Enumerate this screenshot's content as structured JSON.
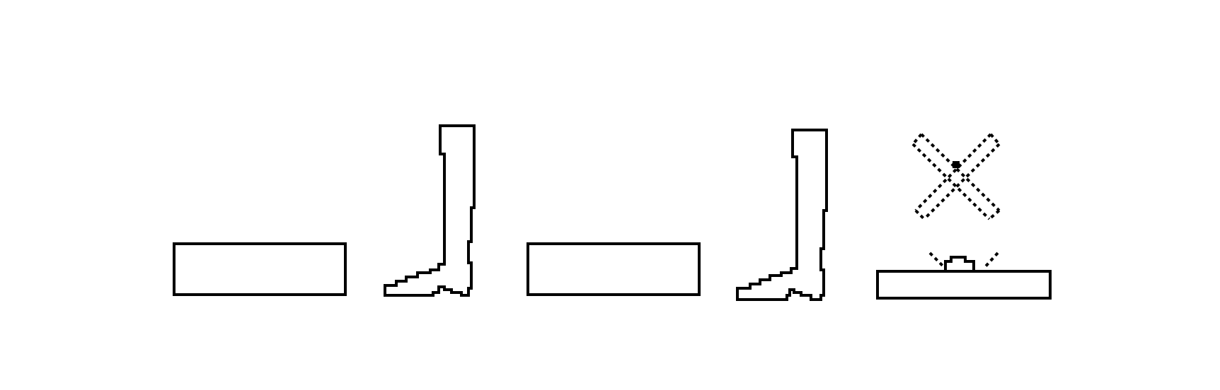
{
  "glyphs": [
    {
      "name": "rectangle-sign",
      "icon": "rectangle-glyph"
    },
    {
      "name": "leg-sign",
      "icon": "leg-glyph"
    },
    {
      "name": "rectangle-sign",
      "icon": "rectangle-glyph"
    },
    {
      "name": "leg-sign",
      "icon": "leg-glyph"
    },
    {
      "name": "crossed-sticks-over-tray-sign",
      "icon": "cross-over-tray-glyph"
    }
  ],
  "colors": {
    "ink": "#000000",
    "background": "#ffffff"
  }
}
